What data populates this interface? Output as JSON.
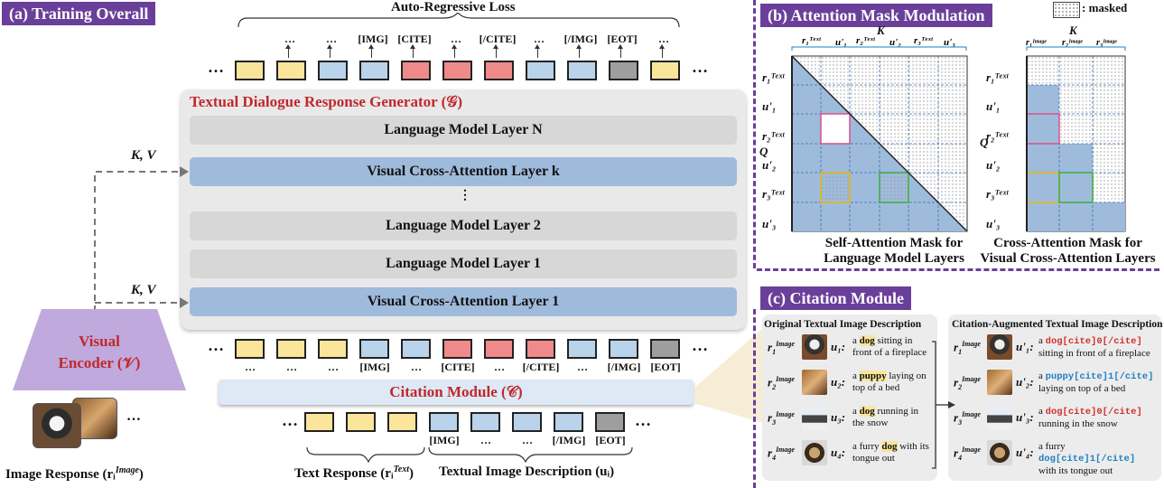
{
  "left": {
    "header": "(a) Training Overall",
    "loss_label": "Auto-Regressive Loss",
    "top_labels": [
      "…",
      "…",
      "[IMG]",
      "[CITE]",
      "…",
      "[/CITE]",
      "…",
      "[/IMG]",
      "[EOT]",
      "…"
    ],
    "ellipsis": "…",
    "generator_title": "Textual Dialogue Response Generator (𝒢)",
    "layers": [
      "Language Model Layer N",
      "Visual Cross-Attention Layer k",
      "⋮",
      "Language Model Layer 2",
      "Language Model Layer 1",
      "Visual Cross-Attention Layer 1"
    ],
    "kv_label": "K, V",
    "encoder_label_1": "Visual",
    "encoder_label_2": "Encoder (𝒱)",
    "image_response_label": "Image Response (rᵢ",
    "image_response_sup": "Image",
    "bottom_labels": [
      "…",
      "…",
      "…",
      "[IMG]",
      "…",
      "[CITE]",
      "…",
      "[/CITE]",
      "…",
      "[/IMG]",
      "[EOT]"
    ],
    "citation_module": "Citation Module (𝒞)",
    "bottom_row_labels": [
      "[IMG]",
      "…",
      "…",
      "[/IMG]",
      "[EOT]"
    ],
    "text_response": "Text Response (rᵢ",
    "text_response_sup": "Text",
    "textual_desc": "Textual Image Description (uᵢ)"
  },
  "attention": {
    "header": "(b) Attention Mask Modulation",
    "legend": ": masked",
    "k_label": "K",
    "q_label": "Q",
    "self_caption_1": "Self-Attention Mask for",
    "self_caption_2": "Language Model Layers",
    "cross_caption_1": "Cross-Attention Mask for",
    "cross_caption_2": "Visual Cross-Attention Layers"
  },
  "citation": {
    "header": "(c) Citation Module",
    "orig_title": "Original Textual Image Description",
    "aug_title": "Citation-Augmented Textual Image Description",
    "rows": [
      {
        "sub": "1",
        "u": "u₁:",
        "a": "a ",
        "obj": "dog",
        "rest": " sitting in front of a fireplace",
        "aug_u": "u'₁:",
        "aug_pre": "a ",
        "aug_obj": "dog",
        "aug_tag": "[cite]0[/cite]",
        "aug_rest": "sitting in front of a fireplace",
        "tag_color": "red"
      },
      {
        "sub": "2",
        "u": "u₂:",
        "a": "a ",
        "obj": "puppy",
        "rest": " laying on top of a bed",
        "aug_u": "u'₂:",
        "aug_pre": "a ",
        "aug_obj": "puppy",
        "aug_tag": "[cite]1[/cite]",
        "aug_rest": "laying on top of a bed",
        "tag_color": "blue"
      },
      {
        "sub": "3",
        "u": "u₃:",
        "a": "a ",
        "obj": "dog",
        "rest": " running in the snow",
        "aug_u": "u'₃:",
        "aug_pre": "a ",
        "aug_obj": "dog",
        "aug_tag": "[cite]0[/cite]",
        "aug_rest": "running in the snow",
        "tag_color": "red"
      },
      {
        "sub": "4",
        "u": "u₄:",
        "a": "a furry ",
        "obj": "dog",
        "rest": " with its tongue out",
        "aug_u": "u'₄:",
        "aug_pre": "a furry ",
        "aug_obj": "dog",
        "aug_tag": "[cite]1[/cite]",
        "aug_rest": "with its tongue out",
        "tag_color": "blue"
      }
    ]
  },
  "colors": {
    "purple": "#6a3f9a",
    "yellow": "#fbe59a",
    "blue": "#b8d3ea",
    "red": "#ef8a8a",
    "gray": "#9e9e9e",
    "title_red": "#c0282d"
  }
}
